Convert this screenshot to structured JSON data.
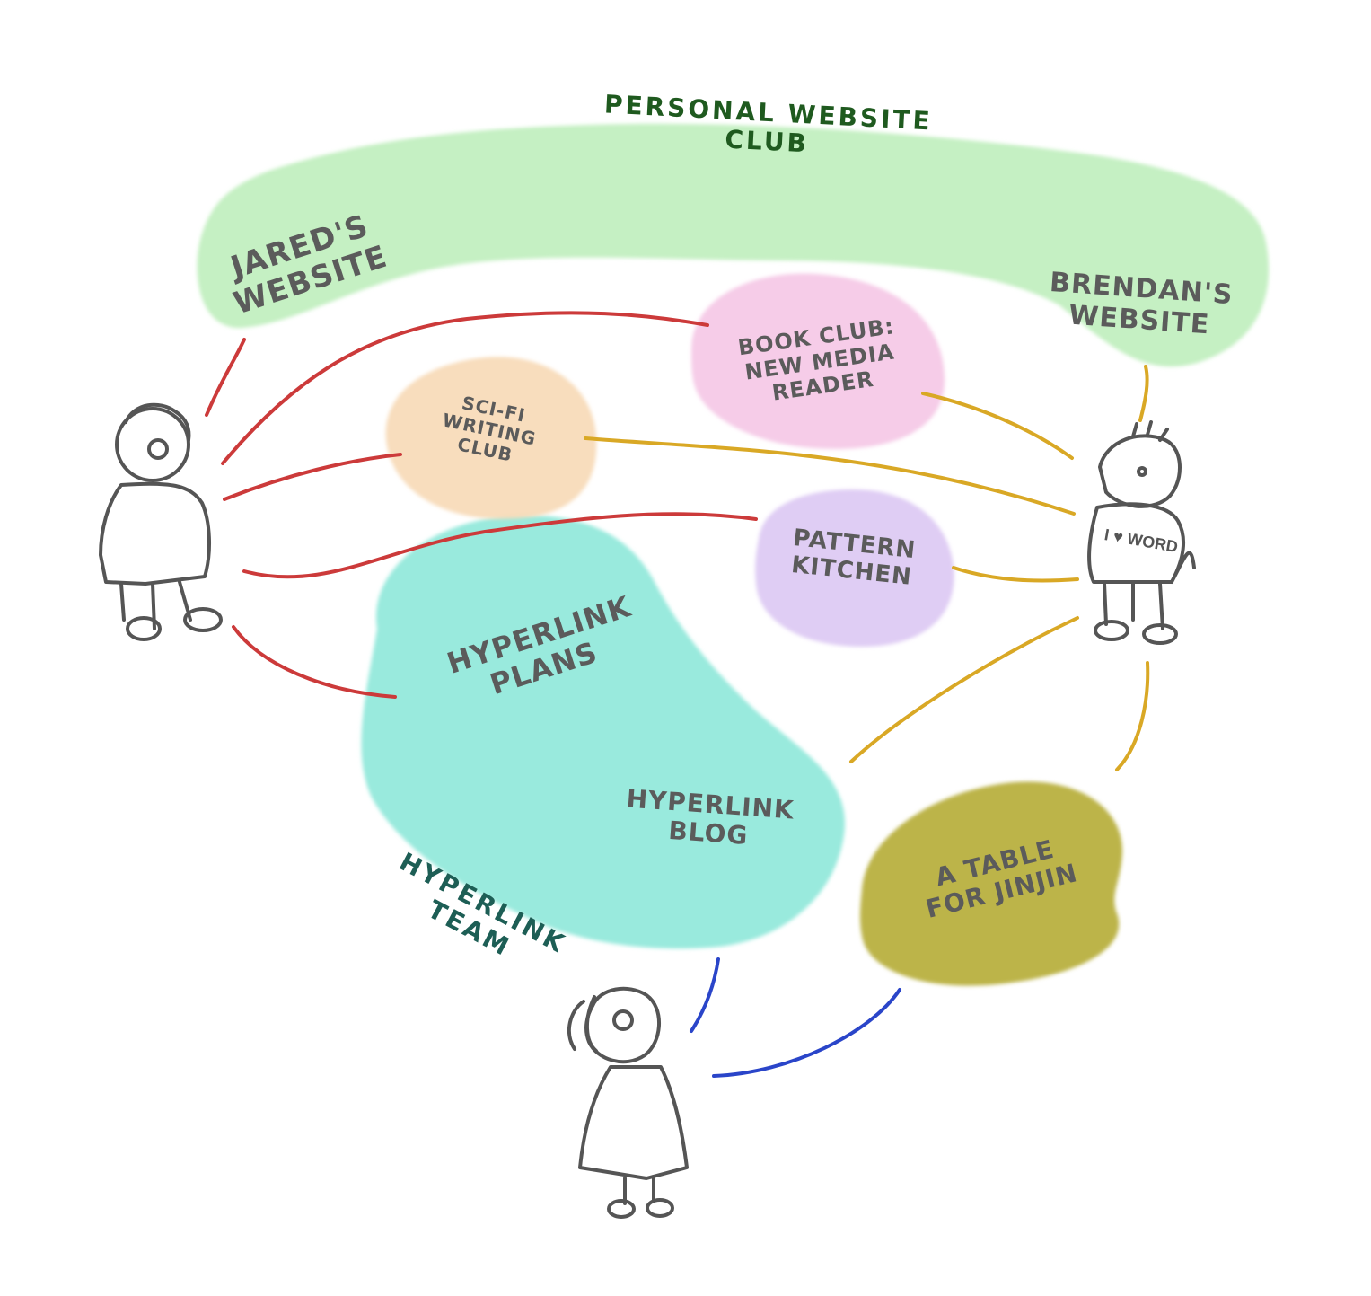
{
  "diagram": {
    "groups": [
      {
        "id": "personal_website_club",
        "label": "PERSONAL WEBSITE CLUB",
        "color": "#bfeebc",
        "label_color": "#1f5a1f"
      },
      {
        "id": "hyperlink_team",
        "label": "HYPERLINK TEAM",
        "color": "#8ee8d9",
        "label_color": "#1d5e55"
      }
    ],
    "nodes": [
      {
        "id": "jareds_website",
        "label": "JARED'S\nWEBSITE",
        "color": "#bfeebc"
      },
      {
        "id": "brendans_website",
        "label": "BRENDAN'S\nWEBSITE",
        "color": "#bfeebc"
      },
      {
        "id": "book_club",
        "label": "BOOK CLUB:\nNEW MEDIA\nREADER",
        "color": "#f5c6e6"
      },
      {
        "id": "scifi_writing_club",
        "label": "SCI-FI\nWRITING\nCLUB",
        "color": "#f7d9b6"
      },
      {
        "id": "pattern_kitchen",
        "label": "PATTERN\nKITCHEN",
        "color": "#dcc8f3"
      },
      {
        "id": "hyperlink_plans",
        "label": "HYPERLINK\nPLANS",
        "color": "#8ee8d9"
      },
      {
        "id": "hyperlink_blog",
        "label": "HYPERLINK\nBLOG",
        "color": "#8ee8d9"
      },
      {
        "id": "table_for_jinjin",
        "label": "A TABLE\nFOR JINJIN",
        "color": "#b8b03e"
      }
    ],
    "people": [
      {
        "id": "person_left",
        "line_color": "#cc3a3a",
        "shirt_text": ""
      },
      {
        "id": "person_right",
        "line_color": "#d9a825",
        "shirt_text": "I ♥ WORD"
      },
      {
        "id": "person_bottom",
        "line_color": "#2a45c9",
        "shirt_text": ""
      }
    ],
    "connections": [
      {
        "from": "person_left",
        "to": "jareds_website",
        "color": "#cc3a3a"
      },
      {
        "from": "person_left",
        "to": "book_club",
        "color": "#cc3a3a"
      },
      {
        "from": "person_left",
        "to": "scifi_writing_club",
        "color": "#cc3a3a"
      },
      {
        "from": "person_left",
        "to": "pattern_kitchen",
        "color": "#cc3a3a"
      },
      {
        "from": "person_left",
        "to": "hyperlink_plans",
        "color": "#cc3a3a"
      },
      {
        "from": "person_right",
        "to": "brendans_website",
        "color": "#d9a825"
      },
      {
        "from": "person_right",
        "to": "book_club",
        "color": "#d9a825"
      },
      {
        "from": "person_right",
        "to": "scifi_writing_club",
        "color": "#d9a825"
      },
      {
        "from": "person_right",
        "to": "pattern_kitchen",
        "color": "#d9a825"
      },
      {
        "from": "person_right",
        "to": "hyperlink_team",
        "color": "#d9a825"
      },
      {
        "from": "person_right",
        "to": "table_for_jinjin",
        "color": "#d9a825"
      },
      {
        "from": "person_bottom",
        "to": "hyperlink_team",
        "color": "#2a45c9"
      },
      {
        "from": "person_bottom",
        "to": "table_for_jinjin",
        "color": "#2a45c9"
      }
    ]
  }
}
